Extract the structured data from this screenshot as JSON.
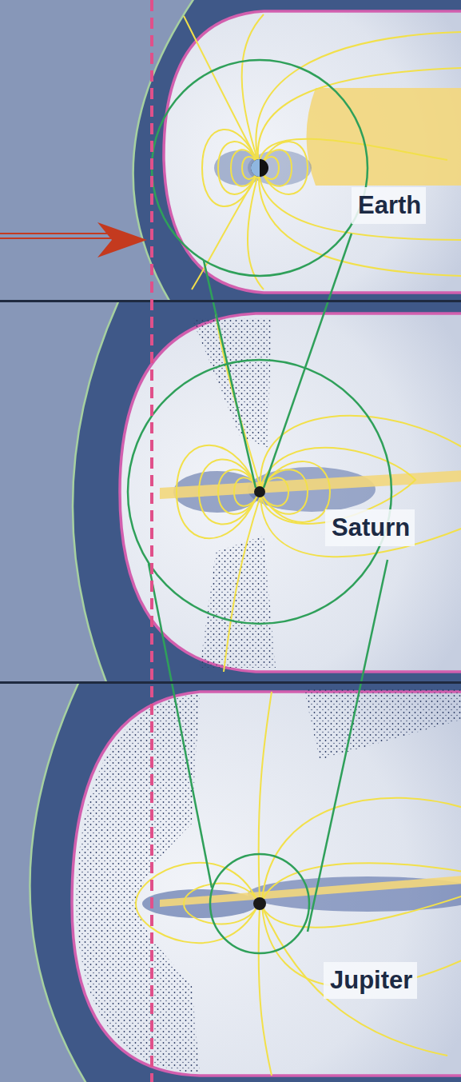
{
  "diagram": {
    "labels": [
      "Earth",
      "Saturn",
      "Jupiter"
    ]
  }
}
